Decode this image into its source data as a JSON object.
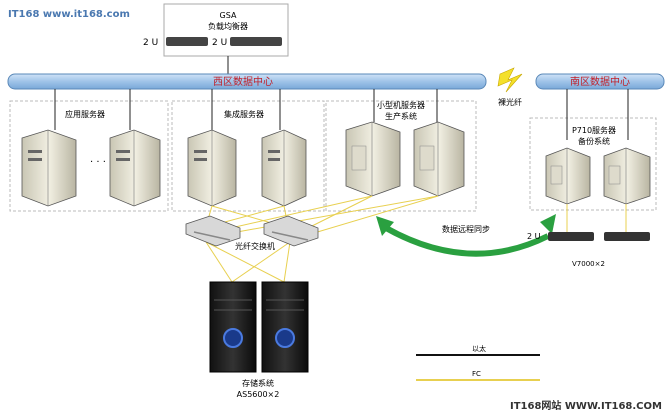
{
  "watermark_top": "IT168 www.it168.com",
  "watermark_bottom": "IT168网站 WWW.IT168.COM",
  "gsa": {
    "title": "GSA",
    "subtitle": "负载均衡器",
    "unit_left": "2 U",
    "unit_right": "2 U"
  },
  "buses": {
    "west_label": "西区数据中心",
    "south_label": "南区数据中心",
    "link_label": "裸光纤"
  },
  "groups": {
    "app_label": "应用服务器",
    "ellipsis": "· · ·",
    "integration_label": "集成服务器",
    "minicomputer_label": "小型机服务器",
    "minicomputer_sub": "生产系统",
    "p_label": "P710服务器",
    "p_sub": "备份系统"
  },
  "switch_label": "光纤交换机",
  "replication_label": "数据远程同步",
  "storage": {
    "label": "存储系统",
    "model": "AS5600×2",
    "count_left": "2 U",
    "model_right": "V7000×2"
  },
  "legend": {
    "line1": "以太",
    "line2": "FC"
  },
  "colors": {
    "bus": "#9fc3e8",
    "bus_text": "#c0202a",
    "arrow": "#2aa040",
    "fc": "#e8d050"
  }
}
